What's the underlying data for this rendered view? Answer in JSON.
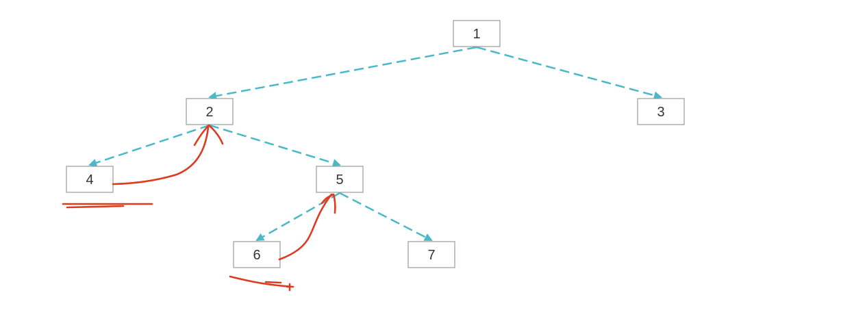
{
  "tree": {
    "nodes": [
      {
        "id": "1",
        "label": "1"
      },
      {
        "id": "2",
        "label": "2"
      },
      {
        "id": "3",
        "label": "3"
      },
      {
        "id": "4",
        "label": "4"
      },
      {
        "id": "5",
        "label": "5"
      },
      {
        "id": "6",
        "label": "6"
      },
      {
        "id": "7",
        "label": "7"
      }
    ],
    "edges": [
      {
        "from": "1",
        "to": "2"
      },
      {
        "from": "1",
        "to": "3"
      },
      {
        "from": "2",
        "to": "4"
      },
      {
        "from": "2",
        "to": "5"
      },
      {
        "from": "5",
        "to": "6"
      },
      {
        "from": "5",
        "to": "7"
      }
    ],
    "annotations": [
      {
        "type": "arrow",
        "from": "4",
        "to": "2"
      },
      {
        "type": "arrow",
        "from": "6",
        "to": "5"
      },
      {
        "type": "underline",
        "node": "4"
      },
      {
        "type": "underline",
        "node": "6"
      }
    ]
  },
  "colors": {
    "edge": "#4ab8c8",
    "node_border": "#9a9a9a",
    "node_fill": "#ffffff",
    "text": "#333333",
    "annotation": "#e03a1e"
  }
}
